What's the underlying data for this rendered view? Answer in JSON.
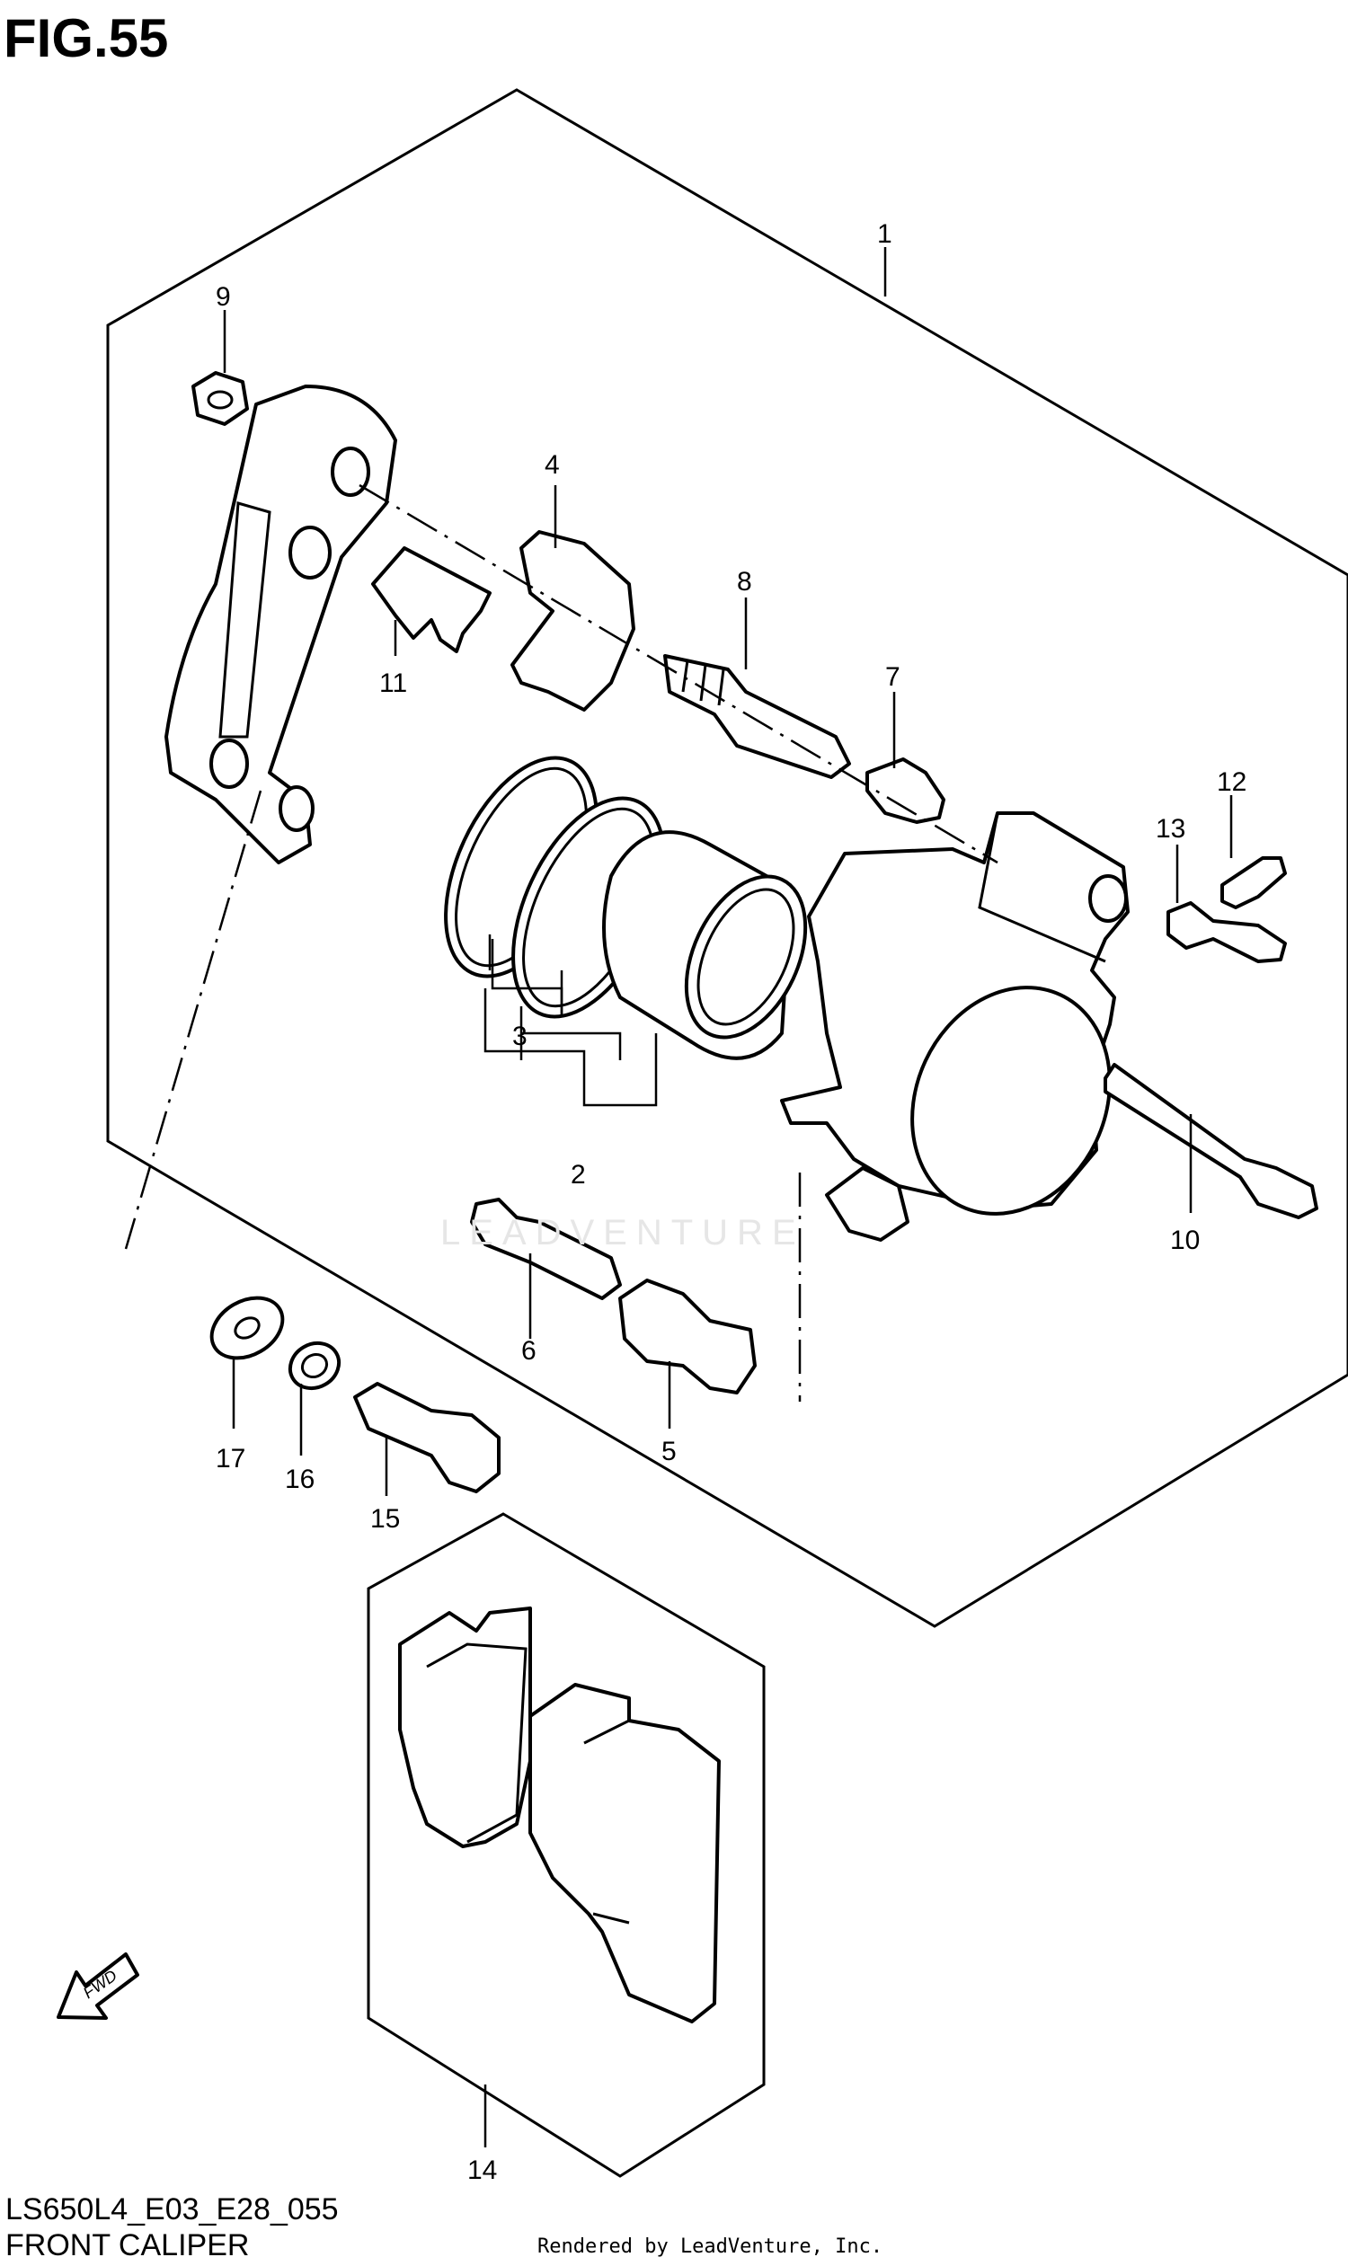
{
  "figure": {
    "title": "FIG.55",
    "diagram_code": "LS650L4_E03_E28_055",
    "name": "FRONT CALIPER",
    "credit": "Rendered by LeadVenture, Inc.",
    "watermark": "LEADVENTURE"
  },
  "callouts": {
    "c1": "1",
    "c2": "2",
    "c3": "3",
    "c4": "4",
    "c5": "5",
    "c6": "6",
    "c7": "7",
    "c8": "8",
    "c9": "9",
    "c10": "10",
    "c11": "11",
    "c12": "12",
    "c13": "13",
    "c14": "14",
    "c15": "15",
    "c16": "16",
    "c17": "17"
  },
  "fwd_label": "FWD",
  "icons": [
    "fwd-arrow-icon"
  ]
}
